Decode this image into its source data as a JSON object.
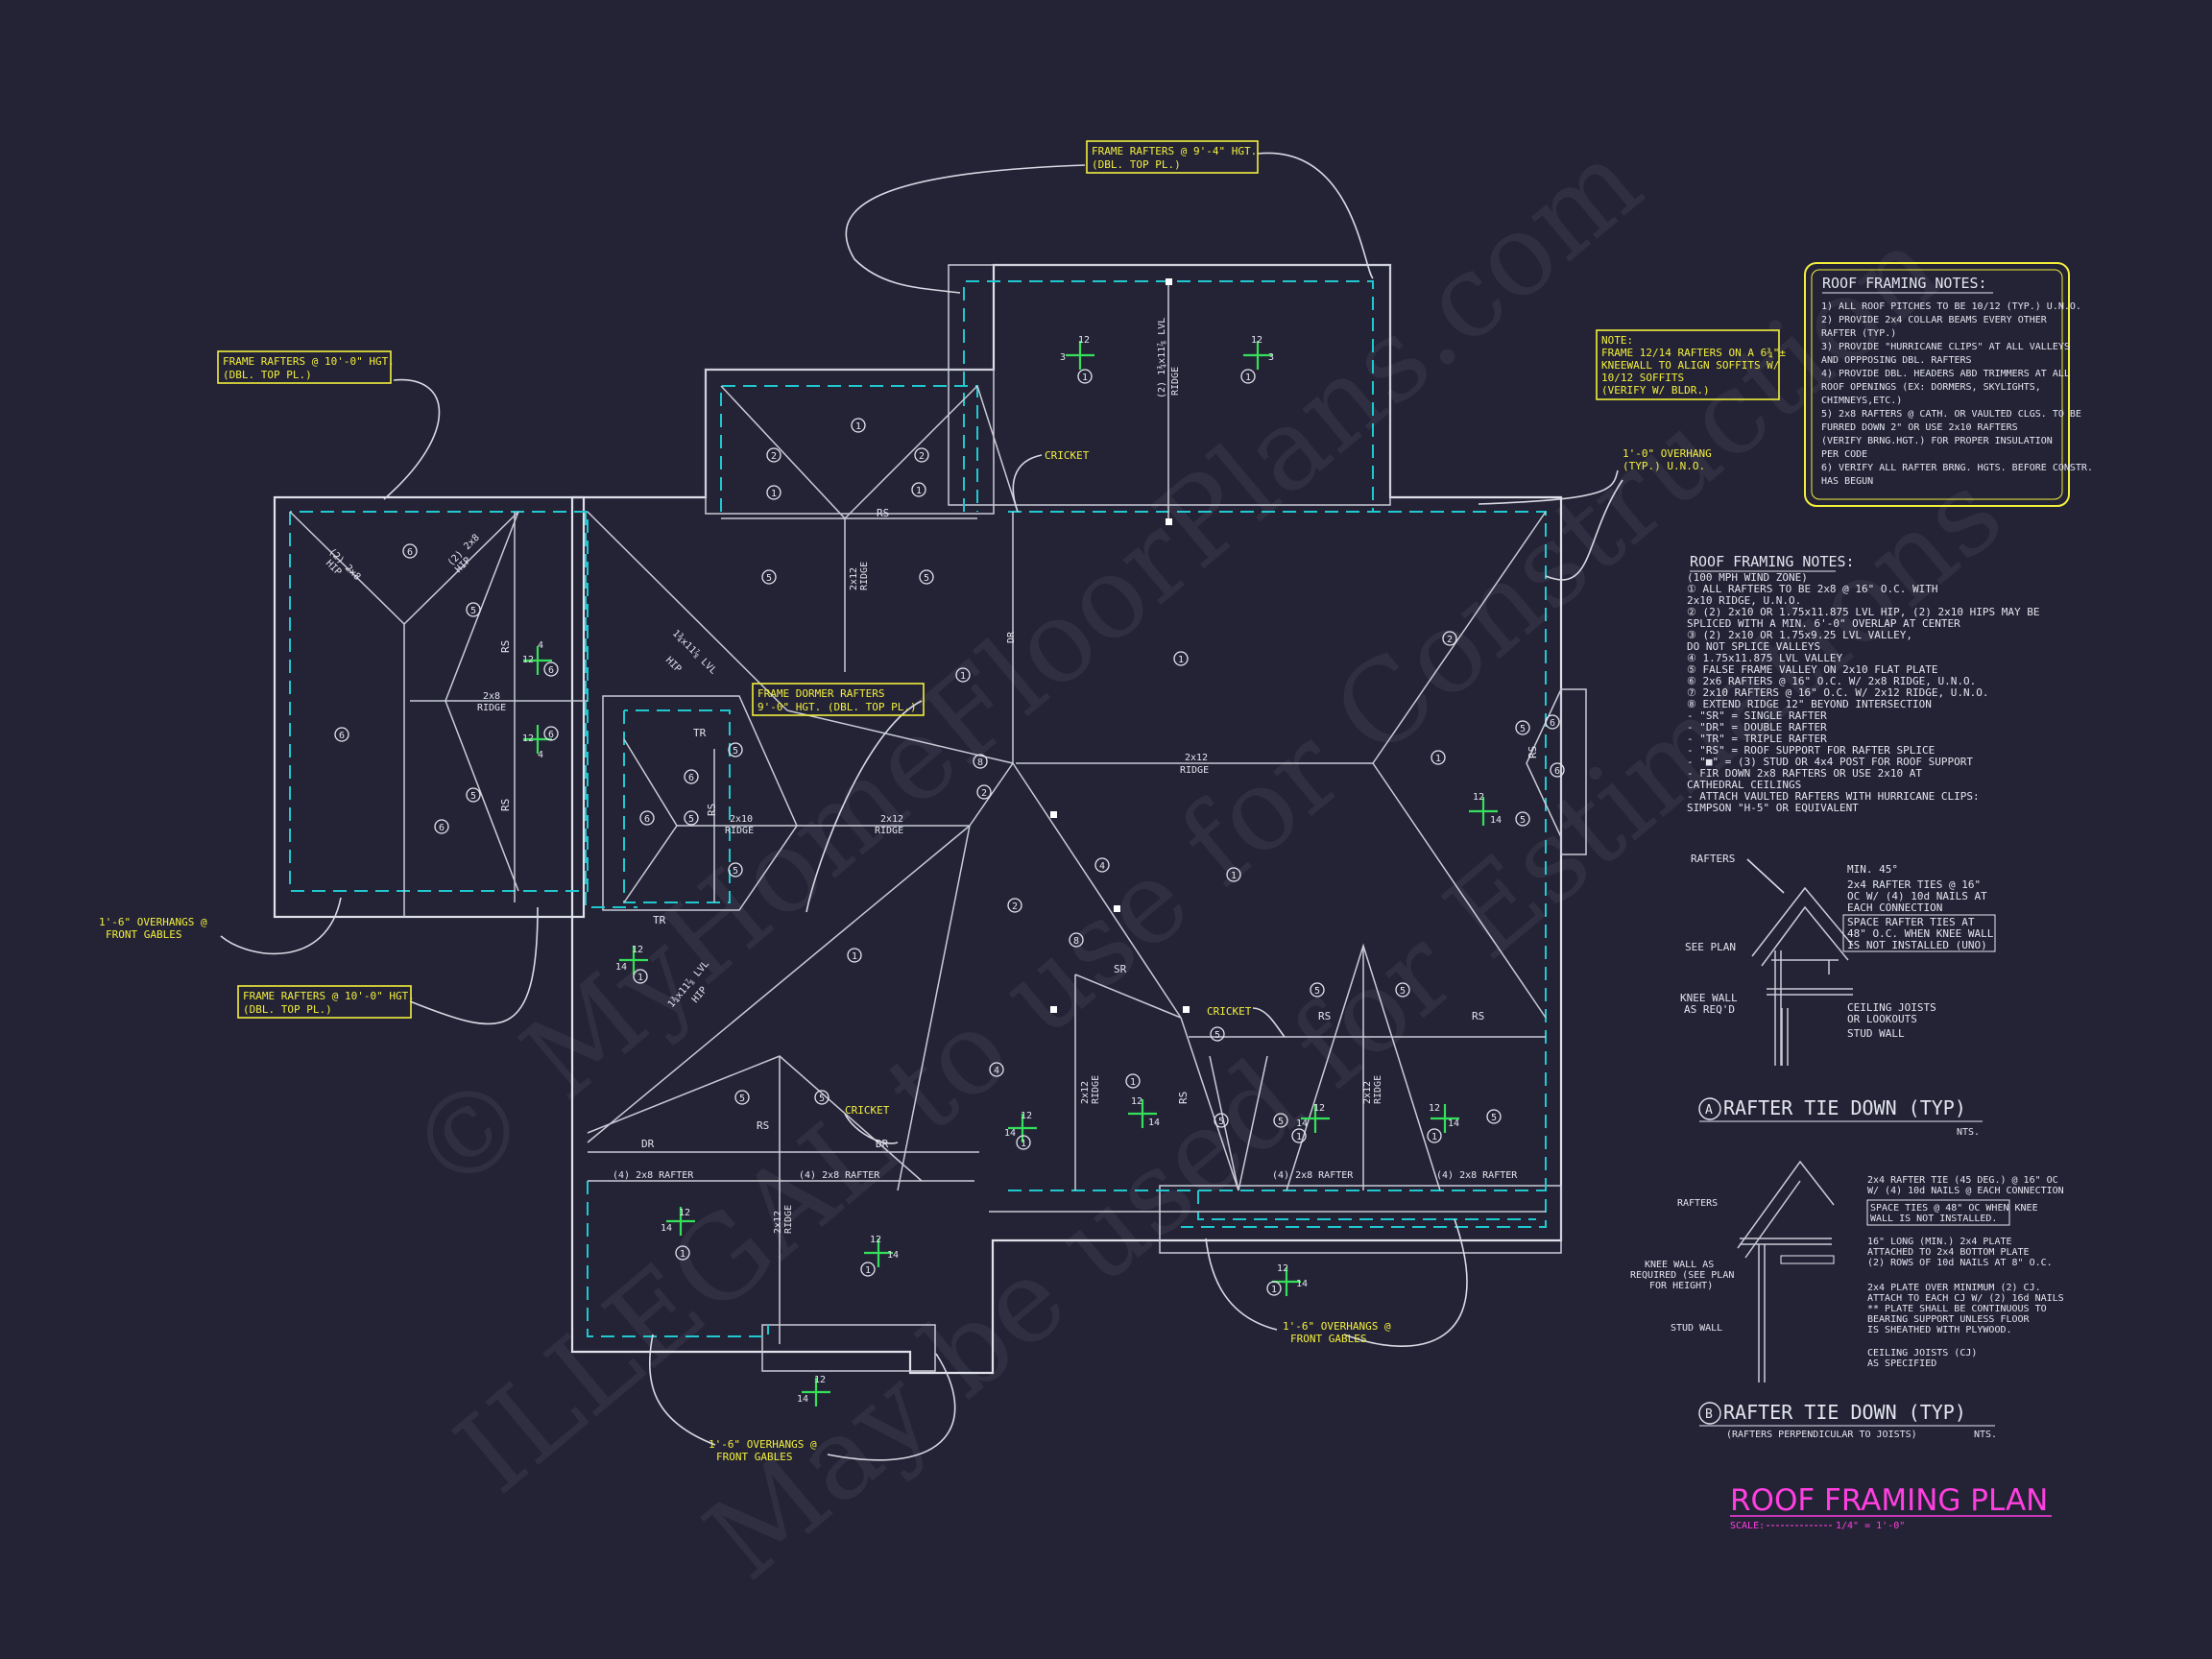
{
  "watermark": {
    "line1": "© MyHomeFloorPlans.com",
    "line2": "ILLEGAL to use for Construction",
    "line3": "May be used for Estimations"
  },
  "callouts": {
    "frame_rafters_top": [
      "FRAME RAFTERS @ 9'-4\" HGT.",
      "(DBL. TOP PL.)"
    ],
    "frame_rafters_left": [
      "FRAME RAFTERS @ 10'-0\" HGT.",
      "(DBL. TOP PL.)"
    ],
    "frame_rafters_left_lower": [
      "FRAME RAFTERS @ 10'-0\" HGT.",
      "(DBL. TOP PL.)"
    ],
    "frame_dormer": [
      "FRAME DORMER RAFTERS",
      "9'-0\" HGT. (DBL. TOP PL.)"
    ],
    "note_kneewall": [
      "NOTE:",
      "FRAME 12/14 RAFTERS ON A 6¾\"±",
      "KNEEWALL TO ALIGN SOFFITS W/",
      "10/12 SOFFITS",
      "(VERIFY W/ BLDR.)"
    ],
    "overhang_typ": [
      "1'-0\" OVERHANG",
      "(TYP.) U.N.O."
    ],
    "overhang_left": [
      "1'-6\" OVERHANGS @",
      "FRONT GABLES"
    ],
    "overhang_bottom_center": [
      "1'-6\" OVERHANGS @",
      "FRONT GABLES"
    ],
    "overhang_bottom_right": [
      "1'-6\" OVERHANGS @",
      "FRONT GABLES"
    ],
    "cricket_top": "CRICKET",
    "cricket_mid": "CRICKET",
    "cricket_bottom": "CRICKET"
  },
  "plan_labels": {
    "ridge": "RIDGE",
    "ridge_2x8": "2x8",
    "ridge_2x10": "2x10",
    "ridge_2x12": "2x12",
    "lvl_vertical": "(2) 1¾x11⅞ LVL",
    "lvl_diag": "1¾x11⅞ LVL",
    "hip_2x8": "(2) 2x8",
    "hip": "HIP",
    "dr": "DR",
    "tr": "TR",
    "rs": "RS",
    "sr": "SR",
    "rafter_4_2x8": "(4) 2x8 RAFTER",
    "pitch_12": "12",
    "pitch_3": "3",
    "pitch_4": "4",
    "pitch_14": "14",
    "n1": "1",
    "n2": "2",
    "n4": "4",
    "n5": "5",
    "n6": "6",
    "n8": "8"
  },
  "notes_box": {
    "title": "ROOF FRAMING NOTES:",
    "lines": [
      "1) ALL ROOF PITCHES TO BE 10/12 (TYP.) U.N.O.",
      "2) PROVIDE 2x4 COLLAR BEAMS EVERY OTHER",
      "    RAFTER (TYP.)",
      "3) PROVIDE \"HURRICANE CLIPS\" AT ALL VALLEYS",
      "    AND OPPPOSING DBL. RAFTERS",
      "4) PROVIDE DBL. HEADERS ABD TRIMMERS AT ALL",
      "    ROOF OPENINGS (EX: DORMERS, SKYLIGHTS,",
      "    CHIMNEYS,ETC.)",
      "5) 2x8 RAFTERS @ CATH. OR VAULTED CLGS. TO BE",
      "    FURRED DOWN 2\" OR USE 2x10 RAFTERS",
      "    (VERIFY BRNG.HGT.) FOR PROPER INSULATION",
      "    PER CODE",
      "6) VERIFY ALL RAFTER BRNG. HGTS. BEFORE CONSTR.",
      "    HAS BEGUN"
    ]
  },
  "notes_legend": {
    "title": "ROOF FRAMING NOTES:",
    "lines": [
      "(100 MPH WIND ZONE)",
      "① ALL RAFTERS TO BE 2x8 @ 16\" O.C. WITH",
      "    2x10 RIDGE, U.N.O.",
      "② (2) 2x10 OR 1.75x11.875 LVL HIP, (2) 2x10 HIPS MAY BE",
      "    SPLICED WITH A MIN. 6'-0\" OVERLAP AT CENTER",
      "③ (2) 2x10 OR 1.75x9.25 LVL VALLEY,",
      "    DO NOT SPLICE VALLEYS",
      "④ 1.75x11.875 LVL VALLEY",
      "⑤ FALSE FRAME VALLEY ON 2x10 FLAT PLATE",
      "⑥ 2x6 RAFTERS @ 16\" O.C. W/ 2x8 RIDGE, U.N.O.",
      "⑦ 2x10 RAFTERS @ 16\" O.C. W/ 2x12 RIDGE, U.N.O.",
      "⑧ EXTEND RIDGE 12\" BEYOND INTERSECTION",
      " -  \"SR\" = SINGLE RAFTER",
      " -  \"DR\" = DOUBLE RAFTER",
      " -  \"TR\" = TRIPLE RAFTER",
      " -  \"RS\" = ROOF SUPPORT FOR RAFTER SPLICE",
      " -  \"■\" = (3) STUD OR 4x4 POST FOR ROOF SUPPORT",
      " -  FIR DOWN 2x8 RAFTERS OR USE 2x10 AT",
      "     CATHEDRAL CEILINGS",
      " -  ATTACH VAULTED RAFTERS WITH HURRICANE CLIPS:",
      "     SIMPSON \"H-5\" OR EQUIVALENT"
    ]
  },
  "detail_a": {
    "rafters": "RAFTERS",
    "min_45": "MIN. 45°",
    "ties": [
      "2x4 RAFTER TIES @ 16\"",
      "OC W/ (4) 10d NAILS AT",
      "EACH CONNECTION"
    ],
    "space_ties": [
      "SPACE RAFTER TIES AT",
      "48\" O.C. WHEN KNEE WALL",
      "IS NOT INSTALLED (UNO)"
    ],
    "see_plan": "SEE PLAN",
    "knee_wall": [
      "KNEE WALL",
      "AS REQ'D"
    ],
    "ceiling_joists": [
      "CEILING JOISTS",
      "OR LOOKOUTS"
    ],
    "stud_wall": "STUD WALL",
    "letter": "A",
    "title": "RAFTER TIE DOWN (TYP)",
    "nts": "NTS."
  },
  "detail_b": {
    "rafters": "RAFTERS",
    "ties": [
      "2x4 RAFTER TIE (45 DEG.) @ 16\" OC",
      "W/ (4) 10d NAILS @ EACH CONNECTION"
    ],
    "space_ties": [
      "SPACE TIES @ 48\" OC WHEN KNEE",
      "WALL IS NOT INSTALLED."
    ],
    "plate": [
      "16\" LONG (MIN.) 2x4 PLATE",
      "ATTACHED TO 2x4 BOTTOM PLATE",
      "(2) ROWS OF 10d NAILS AT 8\" O.C."
    ],
    "knee_wall": [
      "KNEE WALL AS",
      "REQUIRED (SEE PLAN",
      "FOR HEIGHT)"
    ],
    "plate_over": [
      "2x4 PLATE OVER MINIMUM (2) CJ.",
      "ATTACH TO EACH CJ W/ (2) 16d NAILS",
      "** PLATE SHALL BE CONTINUOUS TO",
      "BEARING SUPPORT UNLESS FLOOR",
      "IS SHEATHED WITH PLYWOOD."
    ],
    "stud_wall": "STUD WALL",
    "ceiling_joists": [
      "CEILING JOISTS (CJ)",
      "AS SPECIFIED"
    ],
    "letter": "B",
    "title": "RAFTER TIE DOWN (TYP)",
    "subtitle": "(RAFTERS PERPENDICULAR TO JOISTS)",
    "nts": "NTS."
  },
  "title_block": {
    "title": "ROOF FRAMING PLAN",
    "scale_label": "SCALE:",
    "scale_value": "1/4\" = 1'-0\"",
    "title_color": "#ff3fe0"
  },
  "colors": {
    "background": "#242336",
    "callout_yellow": "#f2ef3c",
    "overhang_cyan": "#20c8cf",
    "pitch_green": "#35e05a"
  }
}
